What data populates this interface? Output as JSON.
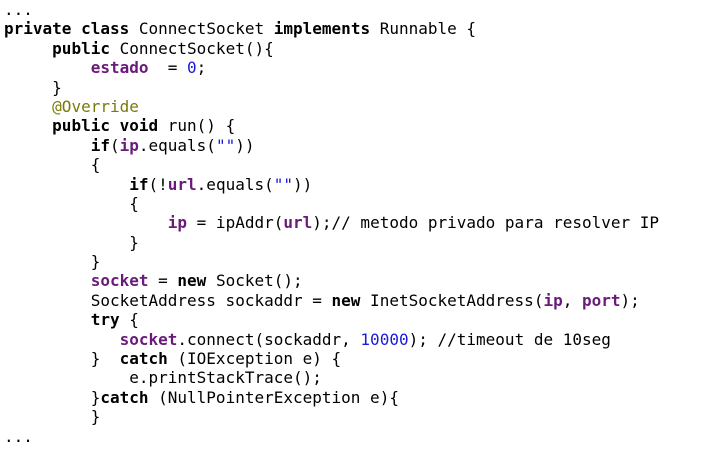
{
  "code": {
    "lines": [
      [
        {
          "t": "...",
          "c": "plain"
        }
      ],
      [
        {
          "t": "private",
          "c": "kw"
        },
        {
          "t": " ",
          "c": "plain"
        },
        {
          "t": "class",
          "c": "kw"
        },
        {
          "t": " ConnectSocket ",
          "c": "plain"
        },
        {
          "t": "implements",
          "c": "kw"
        },
        {
          "t": " Runnable {",
          "c": "plain"
        }
      ],
      [
        {
          "t": "     ",
          "c": "plain"
        },
        {
          "t": "public",
          "c": "kw"
        },
        {
          "t": " ConnectSocket(){",
          "c": "plain"
        }
      ],
      [
        {
          "t": "         ",
          "c": "plain"
        },
        {
          "t": "estado",
          "c": "field"
        },
        {
          "t": "  = ",
          "c": "plain"
        },
        {
          "t": "0",
          "c": "num"
        },
        {
          "t": ";",
          "c": "plain"
        }
      ],
      [
        {
          "t": "     }",
          "c": "plain"
        }
      ],
      [
        {
          "t": "     ",
          "c": "plain"
        },
        {
          "t": "@Override",
          "c": "ann"
        }
      ],
      [
        {
          "t": "     ",
          "c": "plain"
        },
        {
          "t": "public",
          "c": "kw"
        },
        {
          "t": " ",
          "c": "plain"
        },
        {
          "t": "void",
          "c": "kw"
        },
        {
          "t": " run() {",
          "c": "plain"
        }
      ],
      [
        {
          "t": "         ",
          "c": "plain"
        },
        {
          "t": "if",
          "c": "kw"
        },
        {
          "t": "(",
          "c": "plain"
        },
        {
          "t": "ip",
          "c": "field"
        },
        {
          "t": ".equals(",
          "c": "plain"
        },
        {
          "t": "\"\"",
          "c": "str"
        },
        {
          "t": "))",
          "c": "plain"
        }
      ],
      [
        {
          "t": "         {",
          "c": "plain"
        }
      ],
      [
        {
          "t": "             ",
          "c": "plain"
        },
        {
          "t": "if",
          "c": "kw"
        },
        {
          "t": "(!",
          "c": "plain"
        },
        {
          "t": "url",
          "c": "field"
        },
        {
          "t": ".equals(",
          "c": "plain"
        },
        {
          "t": "\"\"",
          "c": "str"
        },
        {
          "t": "))",
          "c": "plain"
        }
      ],
      [
        {
          "t": "             {",
          "c": "plain"
        }
      ],
      [
        {
          "t": "                 ",
          "c": "plain"
        },
        {
          "t": "ip",
          "c": "field"
        },
        {
          "t": " = ipAddr(",
          "c": "plain"
        },
        {
          "t": "url",
          "c": "field"
        },
        {
          "t": ");",
          "c": "plain"
        },
        {
          "t": "// metodo privado para resolver IP",
          "c": "comment"
        }
      ],
      [
        {
          "t": "             }",
          "c": "plain"
        }
      ],
      [
        {
          "t": "         }",
          "c": "plain"
        }
      ],
      [
        {
          "t": "         ",
          "c": "plain"
        },
        {
          "t": "socket",
          "c": "field"
        },
        {
          "t": " = ",
          "c": "plain"
        },
        {
          "t": "new",
          "c": "kw"
        },
        {
          "t": " Socket();",
          "c": "plain"
        }
      ],
      [
        {
          "t": "         SocketAddress sockaddr = ",
          "c": "plain"
        },
        {
          "t": "new",
          "c": "kw"
        },
        {
          "t": " InetSocketAddress(",
          "c": "plain"
        },
        {
          "t": "ip",
          "c": "field"
        },
        {
          "t": ", ",
          "c": "plain"
        },
        {
          "t": "port",
          "c": "field"
        },
        {
          "t": ");",
          "c": "plain"
        }
      ],
      [
        {
          "t": "         ",
          "c": "plain"
        },
        {
          "t": "try",
          "c": "kw"
        },
        {
          "t": " {",
          "c": "plain"
        }
      ],
      [
        {
          "t": "            ",
          "c": "plain"
        },
        {
          "t": "socket",
          "c": "field"
        },
        {
          "t": ".connect(sockaddr, ",
          "c": "plain"
        },
        {
          "t": "10000",
          "c": "num"
        },
        {
          "t": "); ",
          "c": "plain"
        },
        {
          "t": "//timeout de 10seg",
          "c": "comment"
        }
      ],
      [
        {
          "t": "         }  ",
          "c": "plain"
        },
        {
          "t": "catch",
          "c": "kw"
        },
        {
          "t": " (IOException e) {",
          "c": "plain"
        }
      ],
      [
        {
          "t": "             e.printStackTrace();",
          "c": "plain"
        }
      ],
      [
        {
          "t": "         }",
          "c": "plain"
        },
        {
          "t": "catch",
          "c": "kw"
        },
        {
          "t": " (NullPointerException e){",
          "c": "plain"
        }
      ],
      [
        {
          "t": "         }",
          "c": "plain"
        }
      ],
      [
        {
          "t": "...",
          "c": "plain"
        }
      ]
    ]
  }
}
